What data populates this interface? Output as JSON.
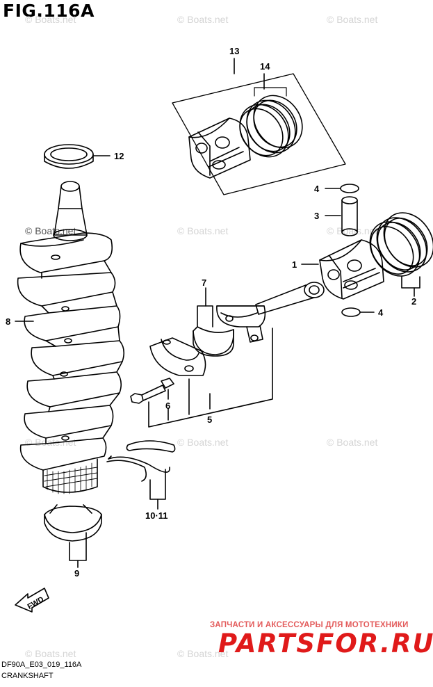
{
  "figure": {
    "title": "FIG.116A",
    "code": "DF90A_E03_019_116A",
    "subtitle": "CRANKSHAFT"
  },
  "watermarks": [
    "© Boats.net",
    "© Boats.net",
    "© Boats.net",
    "© Boats.net",
    "© Boats.net",
    "© Boats.net",
    "© Boats.net",
    "© Boats.net",
    "© Boats.net",
    "© Boats.net",
    "© Boats.net"
  ],
  "banner": {
    "tagline": "ЗАПЧАСТИ И АКСЕССУАРЫ ДЛЯ МОТОТЕХНИКИ",
    "logo": "PARTSFOR.RU"
  },
  "fwd_label": "FWD",
  "callouts": [
    "13",
    "14",
    "12",
    "4",
    "3",
    "1",
    "2",
    "4",
    "8",
    "7",
    "6",
    "5",
    "10·11",
    "9"
  ]
}
